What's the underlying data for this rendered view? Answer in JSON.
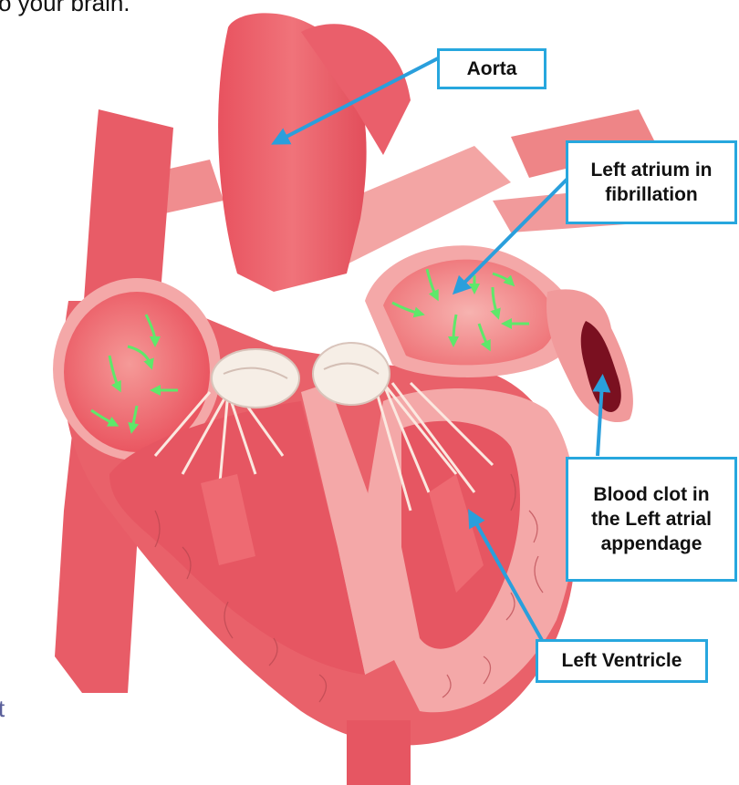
{
  "top_caption": "o your brain.",
  "side_fragment": "t",
  "labels": {
    "aorta": "Aorta",
    "left_atrium_line1": "Left atrium in",
    "left_atrium_line2": "fibrillation",
    "clot_line1": "Blood clot in",
    "clot_line2": "the Left atrial",
    "clot_line3": "appendage",
    "left_ventricle": "Left Ventricle"
  },
  "colors": {
    "label_border": "#27a7de",
    "arrow": "#2a9fdc",
    "flow_arrow": "#5ee86a",
    "heart_outer": "#e9616a",
    "heart_inner": "#f4a8a8",
    "clot": "#7a1020"
  }
}
